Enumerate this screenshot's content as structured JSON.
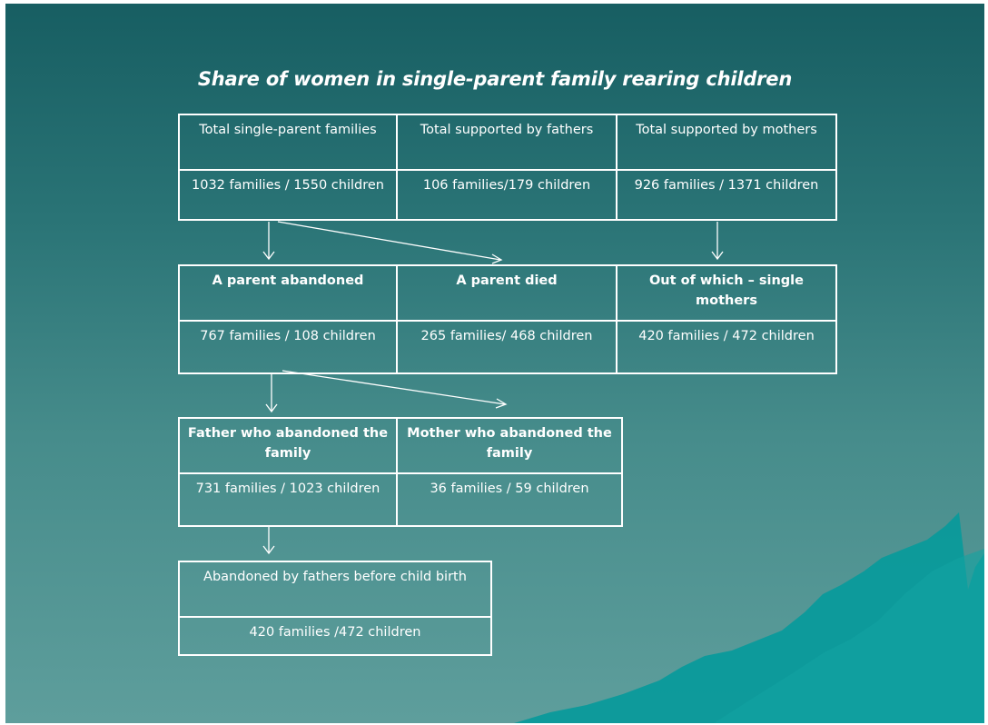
{
  "title": "Share of women in single-parent family rearing children",
  "row1": {
    "headers": [
      "Total single-parent families",
      "Total supported by fathers",
      "Total supported by mothers"
    ],
    "values": [
      "1032 families / 1550 children",
      "106 families/179 children",
      "926 families / 1371 children"
    ]
  },
  "row2": {
    "headers": [
      "A parent abandoned",
      "A parent died",
      "Out of which – single mothers"
    ],
    "values": [
      "767 families / 108 children",
      "265 families/ 468 children",
      "420 families / 472 children"
    ]
  },
  "row3": {
    "headers": [
      "Father who abandoned the family",
      "Mother who abandoned the family"
    ],
    "values": [
      "731 families / 1023 children",
      "36 families / 59 children"
    ]
  },
  "row4": {
    "headers": [
      "Abandoned by fathers before child birth"
    ],
    "values": [
      "420 families /472 children"
    ]
  },
  "colors": {
    "background_top": "#175e62",
    "background_bottom": "#5e9e9c",
    "mountain": "#009a9c",
    "lines": "#ffffff"
  }
}
